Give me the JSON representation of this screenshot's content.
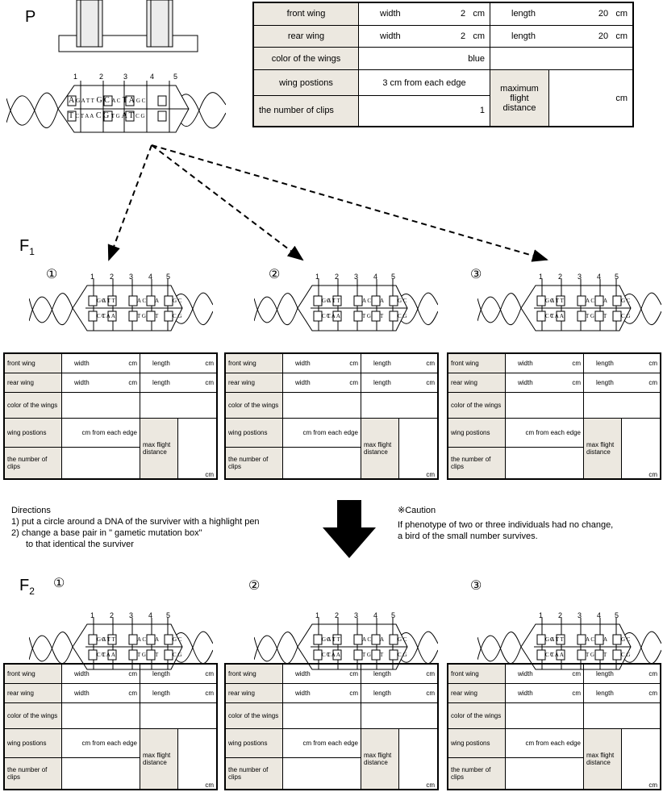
{
  "p_label": "P",
  "f1_label": "F",
  "f1_sub": "1",
  "f2_label": "F",
  "f2_sub": "2",
  "parent_table": {
    "front_wing": "front wing",
    "rear_wing": "rear wing",
    "width": "width",
    "length": "length",
    "front_width": "2",
    "front_length": "20",
    "rear_width": "2",
    "rear_length": "20",
    "unit": "cm",
    "color_label": "color of the wings",
    "color_value": "blue",
    "positions_label": "wing  postions",
    "positions_value": "3  cm from each edge",
    "clips_label": "the number of clips",
    "clips_value": "1",
    "max_label": "maximum flight distance",
    "max_unit": "cm"
  },
  "small_table": {
    "front_wing": "front wing",
    "rear_wing": "rear wing",
    "width": "width",
    "length": "length",
    "cm": "cm",
    "color": "color of the wings",
    "positions": "wing postions",
    "cm_from": "cm from each edge",
    "clips": "the number of clips",
    "max": "max flight distance"
  },
  "dna": {
    "pos": [
      "1",
      "2",
      "3",
      "4",
      "5"
    ],
    "parent_top": [
      "A",
      "G A T T",
      "G",
      "C",
      "A C",
      "T",
      "A",
      "G C"
    ],
    "parent_bottom": [
      "T",
      "C T A A",
      "C",
      "G",
      "T G",
      "A",
      "T",
      "C G"
    ],
    "child_top": [
      "G A T T",
      "G",
      "A C",
      "A",
      "G C"
    ],
    "child_bottom": [
      "C T A A",
      "C",
      "T G",
      "T",
      "C G"
    ]
  },
  "markers": [
    "①",
    "②",
    "③"
  ],
  "directions": {
    "title": "Directions",
    "line1": "1)  put a circle around a DNA of the surviver with a highlight pen",
    "line2": "2)  change a base pair in \" gametic mutation box\"",
    "line3": "to that identical the surviver"
  },
  "caution": {
    "title": "※Caution",
    "line1": "If phenotype of two or three individuals had no change,",
    "line2": "a bird of the small number  survives."
  }
}
